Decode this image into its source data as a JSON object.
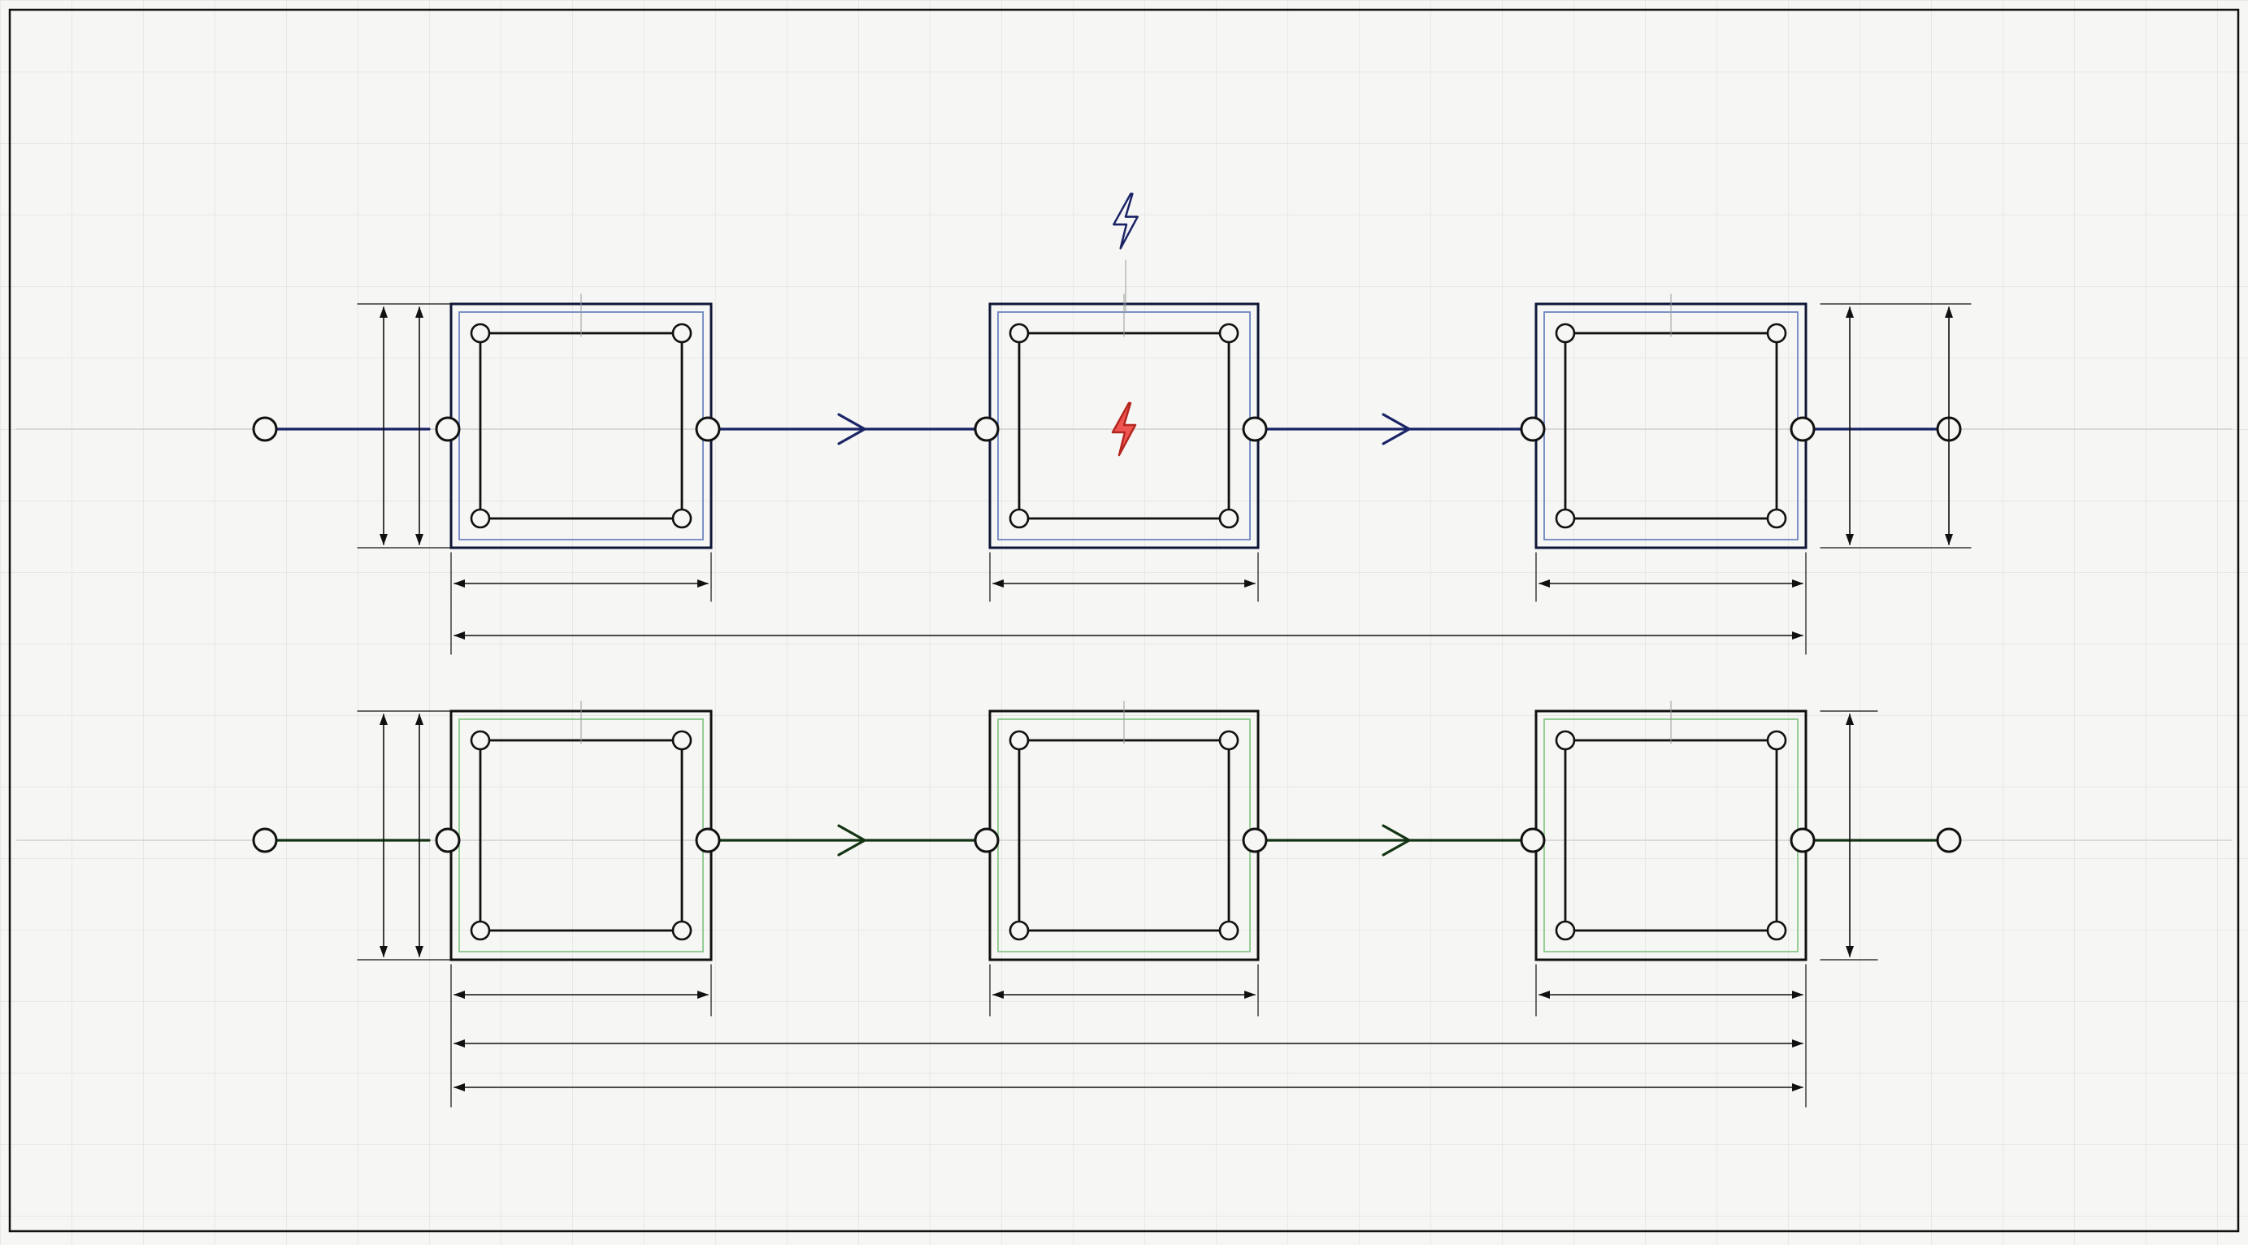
{
  "diagram": {
    "colors": {
      "paper": "#f6f6f4",
      "grid": "#dedede",
      "ink": "#111111",
      "row_top_wire": "#1a2466",
      "row_top_inner_frame": "#6f86c2",
      "row_bottom_wire": "#133413",
      "row_bottom_inner_frame": "#8cc98c",
      "fault_fill": "#ef5550",
      "fault_stroke": "#b3261e",
      "outline_bolt": "#1a2466"
    },
    "icons": {
      "fault_marker": "lightning-bolt-icon",
      "fault_outline": "lightning-bolt-outline-icon",
      "flow_arrow": "chevron-right-icon",
      "connection_node": "terminal-node-icon"
    },
    "rows": [
      {
        "id": "top",
        "modules": 3,
        "flow_arrows": 2,
        "fault_in_module": 2,
        "theme": "blue"
      },
      {
        "id": "bottom",
        "modules": 3,
        "flow_arrows": 2,
        "fault_in_module": 0,
        "theme": "green"
      }
    ]
  }
}
